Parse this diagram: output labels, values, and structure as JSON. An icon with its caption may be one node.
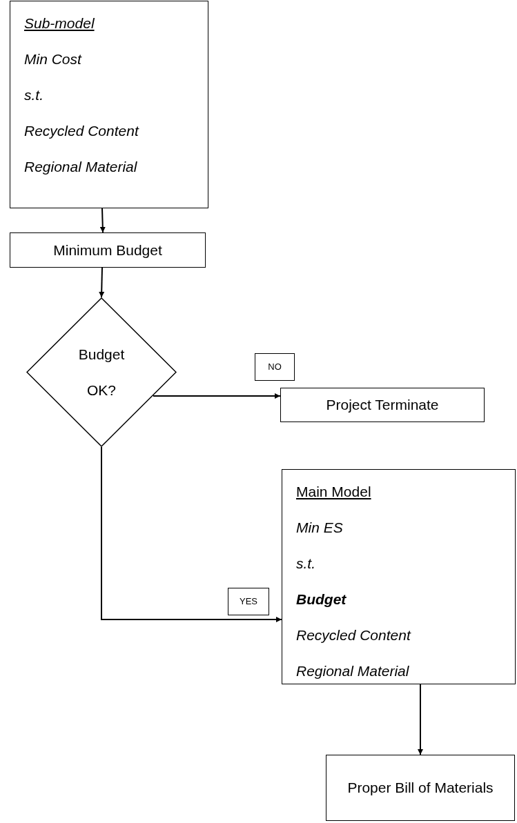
{
  "diagram": {
    "nodes": [
      {
        "text": [
          "Sub-model",
          "Min Cost",
          "s.t.",
          "Recycled Content",
          "Regional Material"
        ]
      },
      {
        "text": [
          "Minimum Budget"
        ]
      },
      {
        "text": [
          "Budget OK?"
        ]
      },
      {
        "text": [
          "Project Terminate"
        ]
      },
      {
        "text": [
          "Main Model",
          "Min ES",
          "s.t.",
          "Budget",
          "Recycled Content",
          "Regional Material"
        ]
      },
      {
        "text": [
          "Proper Bill of Materials"
        ]
      }
    ],
    "edges": [
      {
        "from": 0,
        "to": 1,
        "arrow": "to"
      },
      {
        "from": 1,
        "to": 2,
        "arrow": "to"
      },
      {
        "from": 2,
        "to": 3,
        "arrow": "to",
        "label": "NO"
      },
      {
        "from": 2,
        "to": 4,
        "arrow": "to",
        "label": "YES"
      },
      {
        "from": 4,
        "to": 5,
        "arrow": "to"
      }
    ]
  }
}
